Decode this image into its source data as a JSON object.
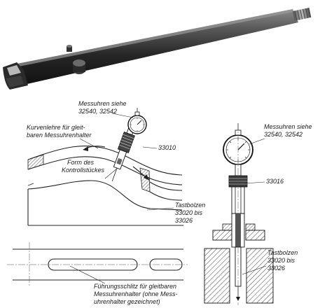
{
  "labels": {
    "gauge_left_1": "Messuhren siehe",
    "gauge_left_2": "32540, 32542",
    "template_1": "Kurvenlehre für gleit-",
    "template_2": "baren Messuhrenhalter",
    "ref_left": "33010",
    "form_1": "Form des",
    "form_2": "Kontrollstückes",
    "tast_left_1": "Tastbolzen",
    "tast_left_2": "33020 bis",
    "tast_left_3": "33026",
    "gauge_right_1": "Messuhren siehe",
    "gauge_right_2": "32540, 32542",
    "ref_right": "33016",
    "tast_right_1": "Tastbolzen",
    "tast_right_2": "33020 bis",
    "tast_right_3": "33026",
    "slot_1": "Führungsschlitz für gleitbaren",
    "slot_2": "Messuhrenhalter (ohne Mess-",
    "slot_3": "uhrenhalter gezeichnet)"
  },
  "colors": {
    "rod_dark": "#1c1c1c",
    "rod_light": "#6e6e6e",
    "hatch": "#333333"
  }
}
